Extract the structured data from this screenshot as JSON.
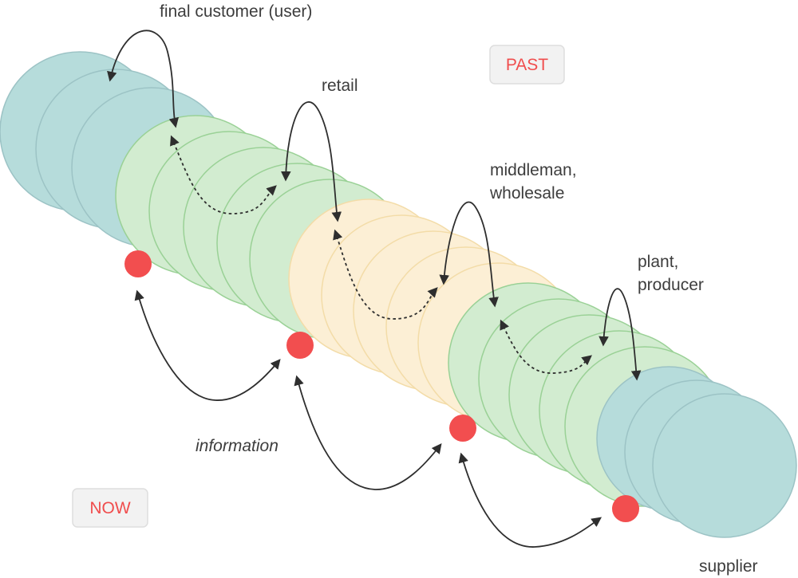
{
  "labels": {
    "final_customer": "final customer (user)",
    "retail": "retail",
    "middleman_line1": "middleman,",
    "middleman_line2": "wholesale",
    "plant_line1": "plant,",
    "plant_line2": "producer",
    "supplier": "supplier",
    "information": "information"
  },
  "badges": {
    "past": "PAST",
    "now": "NOW"
  },
  "colors": {
    "teal_fill": "#b6dcdb",
    "teal_stroke": "#9cc3c5",
    "green_fill": "#d2ecd0",
    "green_stroke": "#9ad196",
    "yellow_fill": "#fcefd5",
    "yellow_stroke": "#f3dca8",
    "marker": "#f24e4f",
    "badge_bg": "#f2f2f2",
    "badge_border": "#dedede",
    "badge_text": "#f04d4d",
    "arrow": "#2e2e2e",
    "label_text": "#3d3d3d"
  }
}
